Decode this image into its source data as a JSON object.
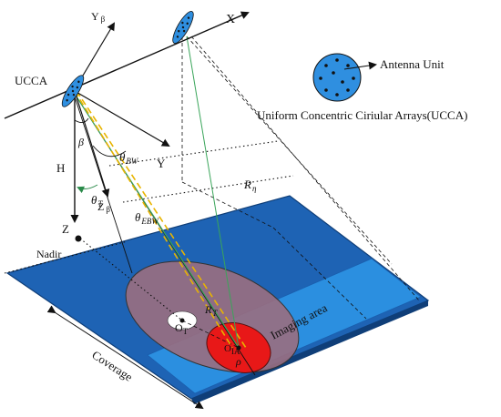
{
  "axes": {
    "x": "X",
    "y": "Y",
    "y_beta": "Y",
    "y_beta_sub": "β",
    "z": "Z",
    "z_beta": "Z",
    "z_beta_sub": "β"
  },
  "labels": {
    "ucca": "UCCA",
    "h": "H",
    "beta": "β",
    "theta": "θ",
    "theta_bw_sub": "BW",
    "theta_t_sub": "T",
    "theta_ebw_sub": "EBW",
    "r": "R",
    "r_eta_sub": "η",
    "r_t_sub": "T",
    "nadir": "Nadir",
    "o": "O",
    "o_t_sub": "T",
    "o_ia_sub": "IA",
    "rho": "ρ",
    "imaging_area": "Imaging area",
    "coverage": "Coverage"
  },
  "legend": {
    "antenna_unit": "Antenna Unit",
    "title": "Uniform Concentric Ciriular Arrays(UCCA)"
  },
  "colors": {
    "ground": "#1e63b4",
    "ground_edge": "#0f3e78",
    "imaging_area": "#2b8fe0",
    "coverage_ellipse": "#9a6e80",
    "imaging_circle": "#e81818",
    "antenna_fill": "#2f8fe0",
    "beam_green": "#3aa55a",
    "beam_yellow": "#e8b400"
  }
}
